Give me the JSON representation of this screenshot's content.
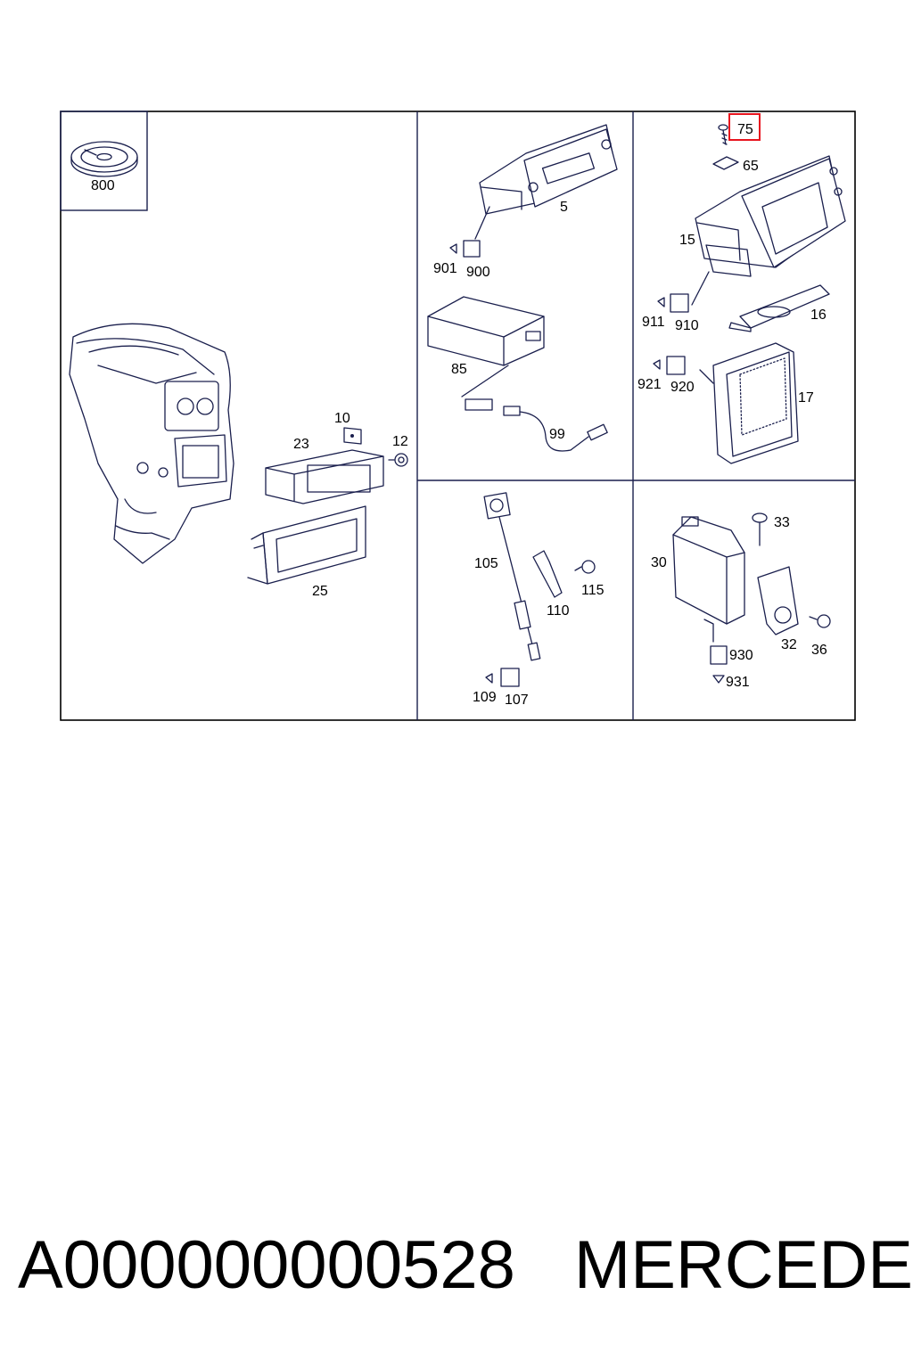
{
  "callouts": {
    "c800": "800",
    "c5": "5",
    "c901": "901",
    "c900": "900",
    "c85": "85",
    "c99": "99",
    "c10": "10",
    "c12": "12",
    "c23": "23",
    "c25": "25",
    "c75": "75",
    "c65": "65",
    "c15": "15",
    "c911": "911",
    "c910": "910",
    "c16": "16",
    "c921": "921",
    "c920": "920",
    "c17": "17",
    "c105": "105",
    "c115": "115",
    "c110": "110",
    "c109": "109",
    "c107": "107",
    "c33": "33",
    "c30": "30",
    "c32": "32",
    "c36": "36",
    "c930": "930",
    "c931": "931"
  },
  "highlighted_callout": "75",
  "highlight_color": "#e8141e",
  "line_color": "#1a1f4d",
  "footer": {
    "part_number": "A000000000528",
    "brand": "MERCEDES"
  }
}
